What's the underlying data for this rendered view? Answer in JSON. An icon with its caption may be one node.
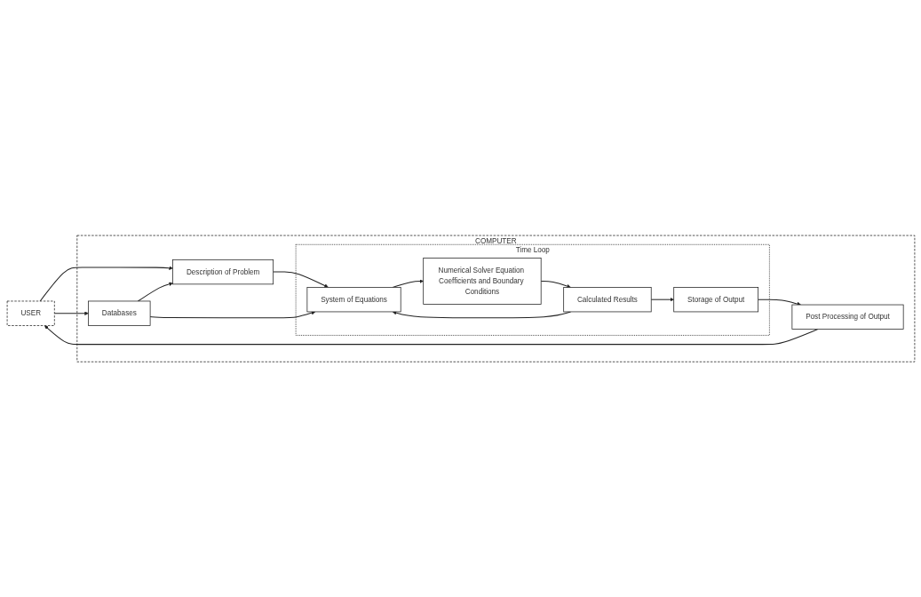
{
  "diagram": {
    "nodes": [
      {
        "text": [
          "USER"
        ]
      },
      {
        "text": [
          "COMPUTER"
        ]
      },
      {
        "text": [
          "Time Loop"
        ],
        "in": 1
      },
      {
        "text": [
          "Post Processing of Output"
        ],
        "in": 1
      },
      {
        "text": [
          "Storage of Output"
        ],
        "in": 2
      },
      {
        "text": [
          "Calculated Results"
        ],
        "in": 2
      },
      {
        "text": [
          "Description of Problem"
        ],
        "in": 1
      },
      {
        "text": [
          "System of Equations"
        ],
        "in": 2
      },
      {
        "text": [
          "Numerical Solver Equation Coefficients and Boundary Conditions"
        ],
        "in": 2
      },
      {
        "text": [
          "Databases"
        ],
        "in": 1
      }
    ],
    "edges": [
      {
        "from": 5,
        "to": 4,
        "arrow": "to"
      },
      {
        "from": 4,
        "to": 3,
        "arrow": "to"
      },
      {
        "from": 3,
        "to": 0,
        "arrow": "to"
      },
      {
        "from": 0,
        "to": 6,
        "arrow": "to"
      },
      {
        "from": 6,
        "to": 7,
        "arrow": "to"
      },
      {
        "from": 7,
        "to": 8,
        "arrow": "to"
      },
      {
        "from": 8,
        "to": 5,
        "arrow": "to"
      },
      {
        "from": 5,
        "to": 7,
        "arrow": "to"
      },
      {
        "from": 0,
        "to": 9,
        "arrow": "to"
      },
      {
        "from": 9,
        "to": 6,
        "arrow": "to"
      },
      {
        "from": 9,
        "to": 7,
        "arrow": "to"
      }
    ]
  }
}
